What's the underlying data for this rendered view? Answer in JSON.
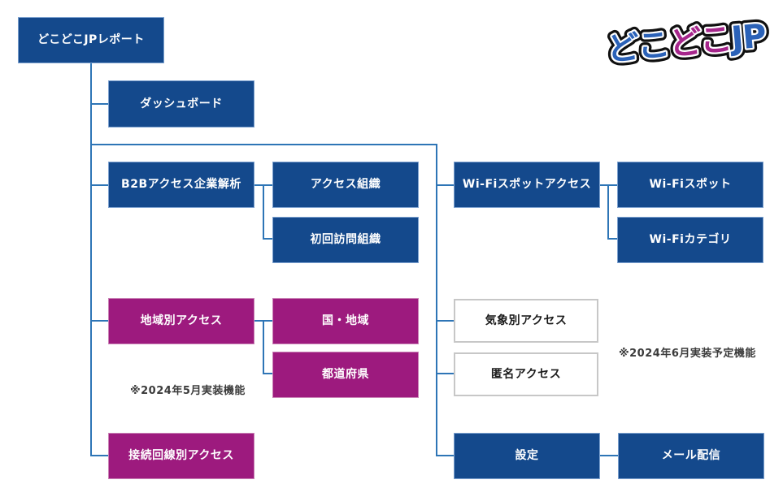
{
  "logo": {
    "part1": "どこ",
    "part2": "どこ",
    "part3": "JP"
  },
  "nodes": [
    {
      "id": "root",
      "label": "どこどこJPレポート",
      "style": "blue"
    },
    {
      "id": "dashboard",
      "label": "ダッシュボード",
      "style": "blue"
    },
    {
      "id": "b2b-access-analysis",
      "label": "B2Bアクセス企業解析",
      "style": "blue"
    },
    {
      "id": "access-organization",
      "label": "アクセス組織",
      "style": "blue"
    },
    {
      "id": "first-visit-organization",
      "label": "初回訪問組織",
      "style": "blue"
    },
    {
      "id": "wifi-spot-access",
      "label": "Wi-Fiスポットアクセス",
      "style": "blue"
    },
    {
      "id": "wifi-spot",
      "label": "Wi-Fiスポット",
      "style": "blue"
    },
    {
      "id": "wifi-category",
      "label": "Wi-Fiカテゴリ",
      "style": "blue"
    },
    {
      "id": "region-access",
      "label": "地域別アクセス",
      "style": "magenta"
    },
    {
      "id": "country-region",
      "label": "国・地域",
      "style": "magenta"
    },
    {
      "id": "prefecture",
      "label": "都道府県",
      "style": "magenta"
    },
    {
      "id": "weather-access",
      "label": "気象別アクセス",
      "style": "outline"
    },
    {
      "id": "anonymous-access",
      "label": "匿名アクセス",
      "style": "outline"
    },
    {
      "id": "connection-line-access",
      "label": "接続回線別アクセス",
      "style": "magenta"
    },
    {
      "id": "settings",
      "label": "設定",
      "style": "blue"
    },
    {
      "id": "mail-delivery",
      "label": "メール配信",
      "style": "blue"
    }
  ],
  "notes": {
    "may": "※2024年5月実装機能",
    "june": "※2024年6月実装予定機能"
  },
  "colors": {
    "node_blue": "#14498c",
    "node_magenta": "#9d1a7e",
    "connector_blue": "#2e75b6",
    "note_text": "#3b3b3b",
    "logo_blue": "#2b62b8",
    "logo_magenta": "#a6268c"
  }
}
